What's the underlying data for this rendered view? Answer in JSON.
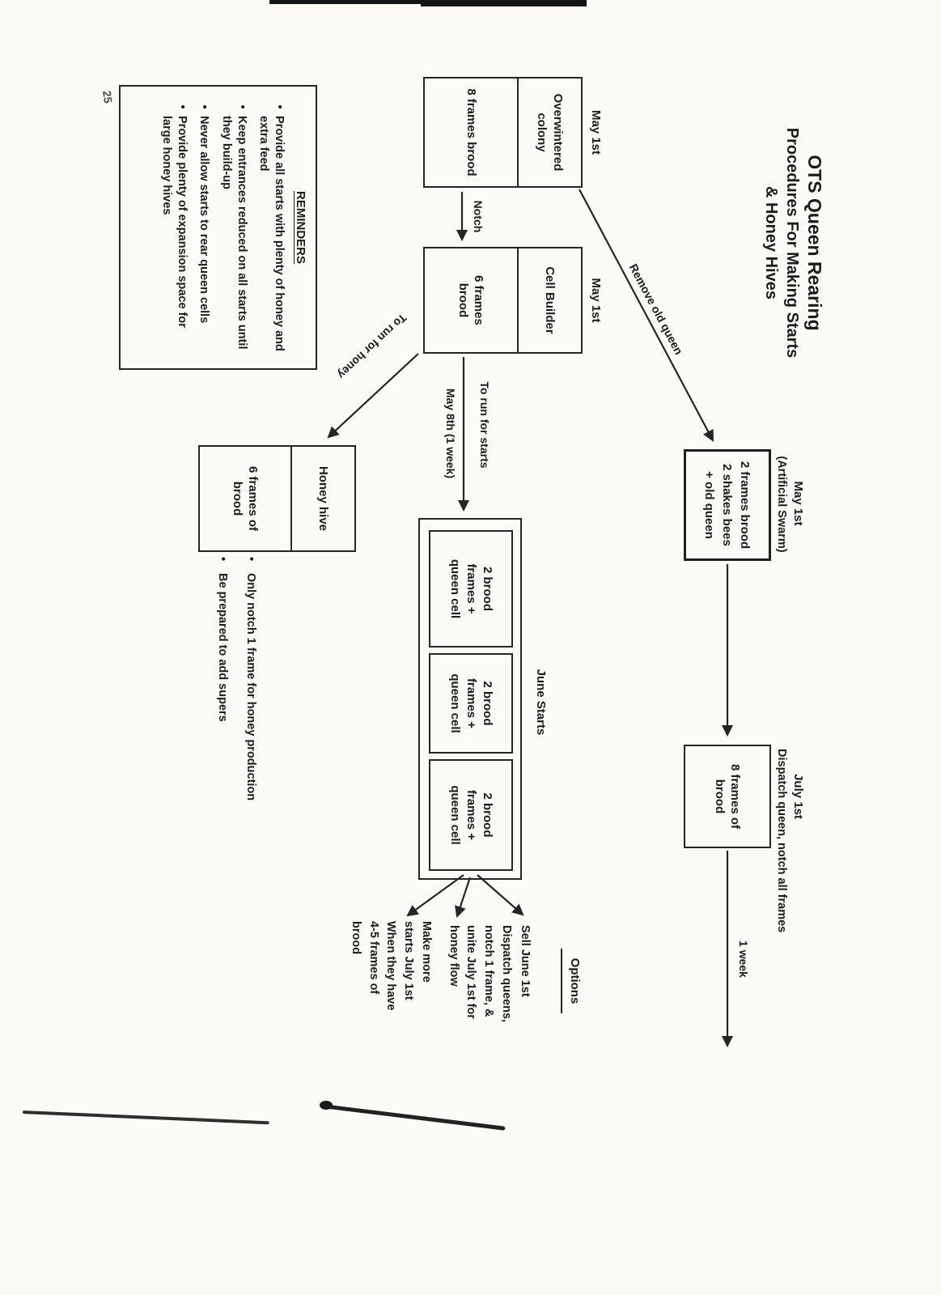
{
  "page": {
    "number": "25"
  },
  "glyphs": {
    "bullet": "•"
  },
  "title": {
    "line1": "OTS Queen Rearing",
    "line2": "Procedures For Making Starts",
    "line3": "& Honey Hives"
  },
  "nodes": {
    "overwintered": {
      "date": "May 1st",
      "top": "Overwintered colony",
      "bottom": "8 frames brood"
    },
    "cell_builder": {
      "date": "May 1st",
      "top": "Cell Builder",
      "bottom": "6 frames brood"
    },
    "artificial_swarm": {
      "date": "May 1st",
      "name": "(Artificial Swarm)",
      "line1": "2 frames brood",
      "line2": "2 shakes bees",
      "line3": "+  old queen"
    },
    "july_hive": {
      "date": "July 1st",
      "action": "Dispatch queen, notch all frames",
      "text": "8 frames of brood"
    },
    "honey_hive": {
      "top": "Honey hive",
      "bottom": "6 frames of brood"
    }
  },
  "edges": {
    "notch": "Notch",
    "remove_old_queen": "Remove old queen",
    "to_run_for_honey": "To run for honey",
    "to_run_for_starts": "To run for starts",
    "to_run_for_starts_date": "May 8th (1 week)",
    "one_week": "1 week"
  },
  "june_starts": {
    "label": "June Starts",
    "boxes": [
      "2 brood frames + queen cell",
      "2 brood frames + queen cell",
      "2 brood frames + queen cell"
    ]
  },
  "options": {
    "header": "Options",
    "items": [
      "Sell June 1st",
      "Dispatch queens, notch 1 frame, & unite July 1st for honey flow",
      "Make more starts July 1st  When they have 4-5 frames of brood"
    ]
  },
  "honey_notes": [
    "Only notch 1 frame for honey production",
    "Be prepared to add supers"
  ],
  "reminders": {
    "header": "REMINDERS",
    "items": [
      "Provide all starts with plenty of honey and extra feed",
      "Keep entrances reduced on all starts until they build-up",
      "Never allow starts to rear queen cells",
      "Provide plenty of expansion space for large honey hives"
    ]
  }
}
